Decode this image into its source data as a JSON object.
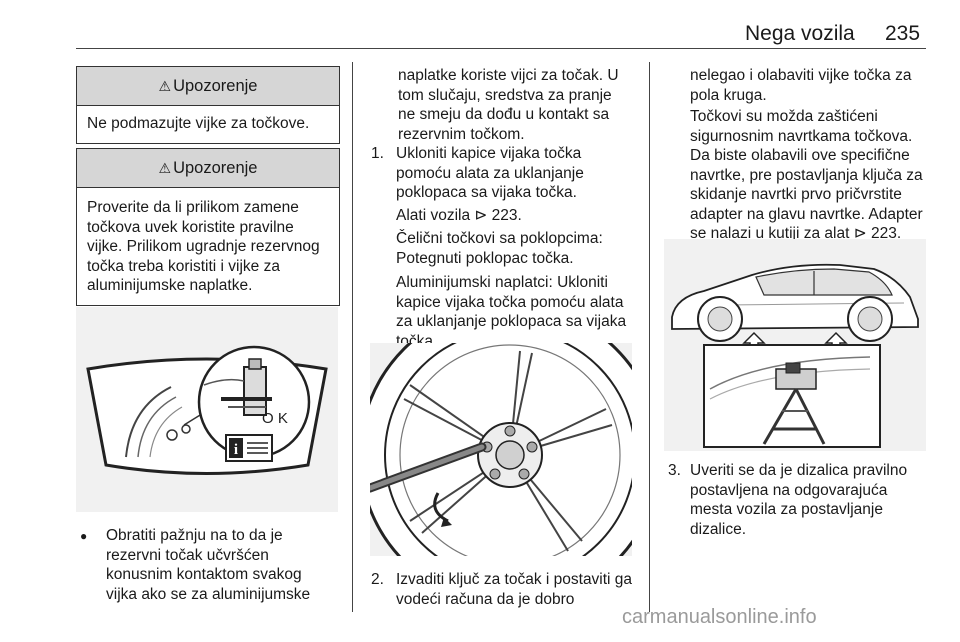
{
  "header": {
    "section_title": "Nega vozila",
    "page_number": "235"
  },
  "col1": {
    "warning1": {
      "title": "Upozorenje",
      "text": "Ne podmazujte vijke za točkove."
    },
    "warning2": {
      "title": "Upozorenje",
      "lines": [
        "Proverite da li prilikom zamene",
        "točkova uvek koristite pravilne",
        "vijke. Prilikom ugradnje rezervnog",
        "točka treba koristiti i vijke za",
        "aluminijumske naplatke."
      ]
    },
    "figure_label": "O K",
    "bullet": {
      "marker": "●",
      "lines": [
        "Obratiti pažnju na to da je",
        "rezervni točak učvršćen",
        "konusnim kontaktom svakog",
        "vijka ako se za aluminijumske"
      ]
    }
  },
  "col2": {
    "cont_lines": [
      "naplatke koriste vijci za točak. U",
      "tom slučaju, sredstva za pranje",
      "ne smeju da dođu u kontakt sa",
      "rezervnim točkom."
    ],
    "step1": {
      "marker": "1.",
      "lines": [
        "Ukloniti kapice vijaka točka",
        "pomoću alata za uklanjanje",
        "poklopaca sa vijaka točka."
      ]
    },
    "tools": "Alati vozila ⊳ 223.",
    "steel": [
      "Čelični točkovi sa poklopcima:",
      "Potegnuti poklopac točka."
    ],
    "alu": [
      "Aluminijumski naplatci: Ukloniti",
      "kapice vijaka točka pomoću alata",
      "za uklanjanje poklopaca sa vijaka",
      "točka."
    ],
    "step2": {
      "marker": "2.",
      "lines": [
        "Izvaditi ključ za točak i postaviti ga",
        "vodeći računa da je dobro"
      ]
    }
  },
  "col3": {
    "cont_lines": [
      "nelegao i olabaviti vijke točka za",
      "pola kruga."
    ],
    "para": [
      "Točkovi su možda zaštićeni",
      "sigurnosnim navrtkama točkova.",
      "Da biste olabavili ove specifične",
      "navrtke, pre postavljanja ključa za",
      "skidanje navrtki prvo pričvrstite",
      "adapter na glavu navrtke. Adapter",
      "se nalazi u kutiji za alat ⊳ 223."
    ],
    "step3": {
      "marker": "3.",
      "lines": [
        "Uveriti se da je dizalica pravilno",
        "postavljena na odgovarajuća",
        "mesta vozila za postavljanje",
        "dizalice."
      ]
    }
  },
  "watermark": "carmanualsonline.info",
  "icons": {
    "warning": "warning-triangle-icon",
    "info": "info-icon"
  },
  "colors": {
    "warning_header": "#d6d6d6",
    "figure_bg": "#f1f1f1"
  }
}
